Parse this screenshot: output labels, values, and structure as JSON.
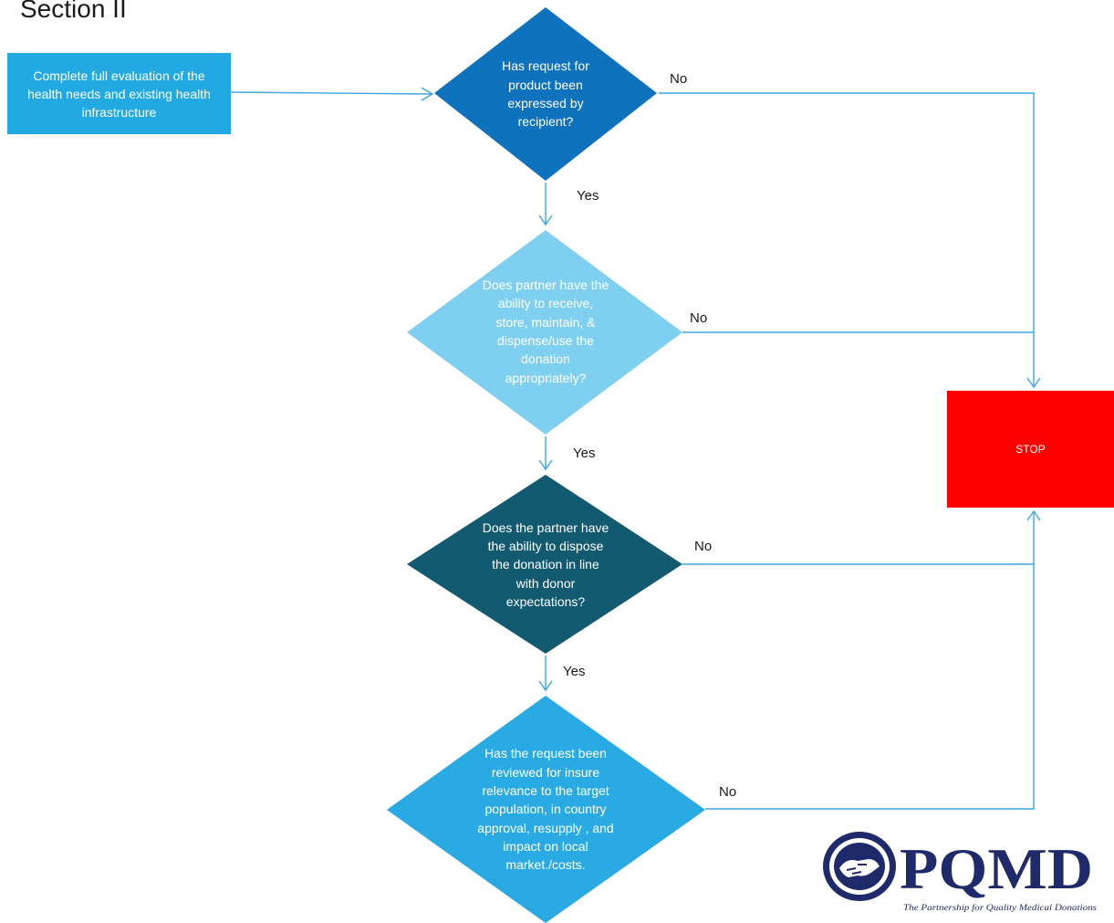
{
  "page": {
    "section_title": "Section II"
  },
  "start": {
    "label": "Complete full evaluation of the health needs and existing health infrastructure"
  },
  "decisions": [
    {
      "label": "Has request for product been expressed by recipient?",
      "color": "#0f72bd"
    },
    {
      "label": "Does partner have the ability to receive, store, maintain, & dispense/use the donation appropriately?",
      "color": "#7fd0f0"
    },
    {
      "label": "Does the partner have the ability to dispose the donation in line with donor expectations?",
      "color": "#125a70"
    },
    {
      "label": "Has the request been reviewed for insure relevance to the target population, in country approval, resupply , and impact on local market./costs.",
      "color": "#2aaae2"
    }
  ],
  "branches": {
    "yes": "Yes",
    "no": "No"
  },
  "stop": {
    "label": "STOP",
    "color": "#ff0000"
  },
  "connector_color": "#3fa6e0",
  "logo": {
    "brand": "PQMD",
    "tagline": "The Partnership for Quality Medical Donations"
  }
}
